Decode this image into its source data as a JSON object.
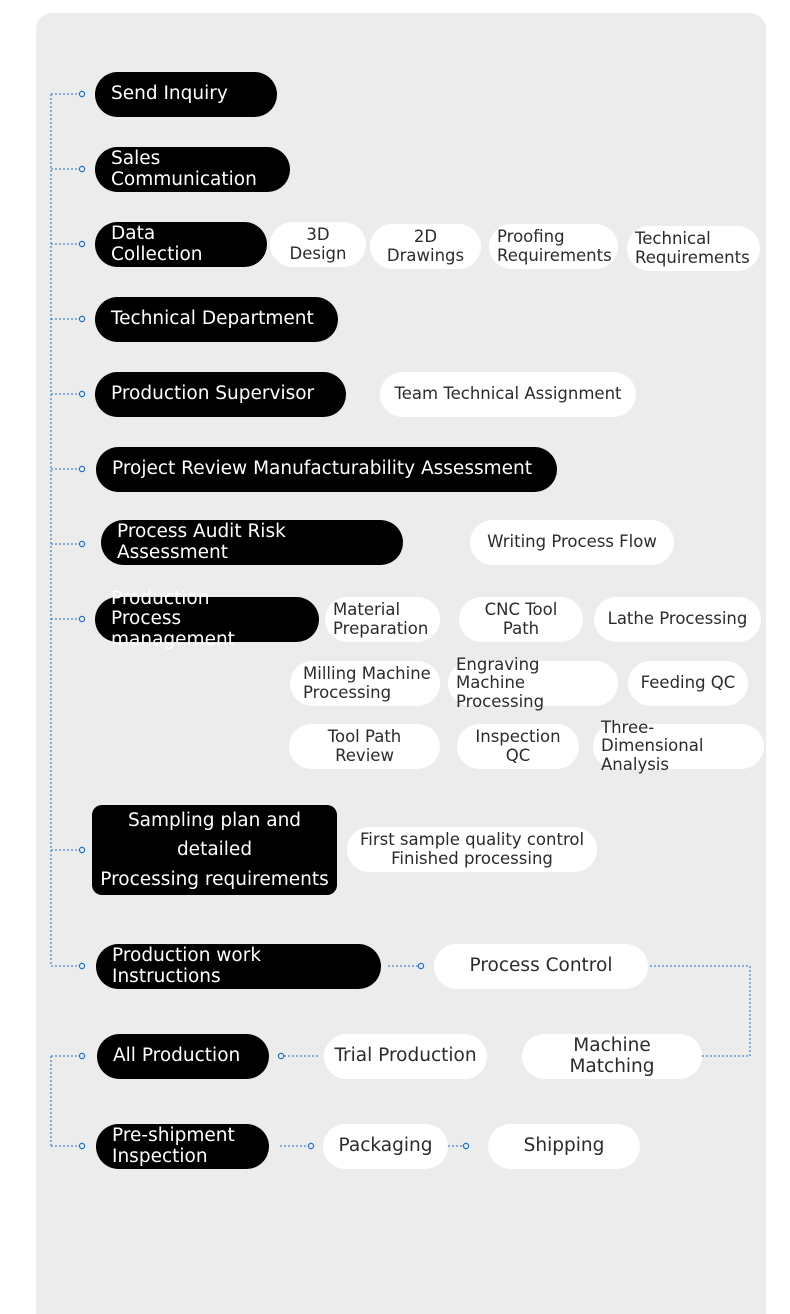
{
  "colors": {
    "panel": "#ececec",
    "dark_pill": "#000000",
    "light_pill": "#ffffff",
    "connector": "#1e6fc0"
  },
  "steps": {
    "send_inquiry": "Send Inquiry",
    "sales_communication": "Sales\nCommunication",
    "data_collection": "Data Collection",
    "technical_department": "Technical Department",
    "production_supervisor": "Production Supervisor",
    "project_review": "Project Review Manufacturability Assessment",
    "process_audit": "Process Audit Risk Assessment",
    "production_process_management": "Production\nProcess management",
    "sampling_plan": "Sampling plan and detailed\nProcessing requirements",
    "production_work_instructions": "Production work Instructions",
    "all_production": "All Production",
    "pre_shipment_inspection": "Pre-shipment\n Inspection"
  },
  "details": {
    "design_3d": "3D Design",
    "drawings_2d": "2D Drawings",
    "proofing_requirements": "Proofing\nRequirements",
    "technical_requirements": "Technical\nRequirements",
    "team_technical_assignment": "Team Technical Assignment",
    "writing_process_flow": "Writing Process Flow",
    "material_preparation": "Material\nPreparation",
    "cnc_tool_path": "CNC Tool Path",
    "lathe_processing": "Lathe Processing",
    "milling_machine_processing": "Milling Machine\nProcessing",
    "engraving_machine_processing": "Engraving Machine\nProcessing",
    "feeding_qc": "Feeding QC",
    "tool_path_review": "Tool Path Review",
    "inspection_qc": "Inspection QC",
    "three_dimensional_analysis": "Three-Dimensional\nAnalysis",
    "first_sample_qc": "First sample quality control\nFinished processing",
    "process_control": "Process Control",
    "machine_matching": "Machine Matching",
    "trial_production": "Trial Production",
    "packaging": "Packaging",
    "shipping": "Shipping"
  }
}
